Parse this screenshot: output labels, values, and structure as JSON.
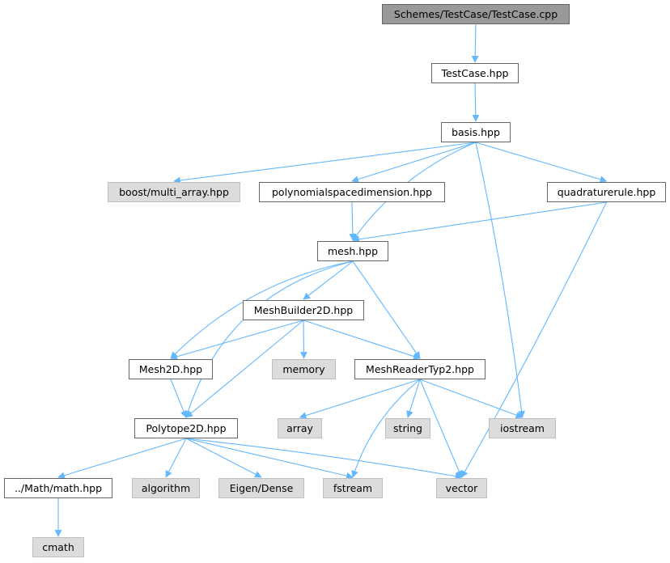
{
  "nodes": {
    "testcase_cpp": {
      "label": "Schemes/TestCase/TestCase.cpp"
    },
    "testcase_hpp": {
      "label": "TestCase.hpp"
    },
    "basis_hpp": {
      "label": "basis.hpp"
    },
    "boost_multi_array": {
      "label": "boost/multi_array.hpp"
    },
    "polyspacedim_hpp": {
      "label": "polynomialspacedimension.hpp"
    },
    "quadraturerule_hpp": {
      "label": "quadraturerule.hpp"
    },
    "mesh_hpp": {
      "label": "mesh.hpp"
    },
    "meshbuilder2d_hpp": {
      "label": "MeshBuilder2D.hpp"
    },
    "mesh2d_hpp": {
      "label": "Mesh2D.hpp"
    },
    "memory": {
      "label": "memory"
    },
    "meshreadertyp2_hpp": {
      "label": "MeshReaderTyp2.hpp"
    },
    "polytope2d_hpp": {
      "label": "Polytope2D.hpp"
    },
    "array": {
      "label": "array"
    },
    "string": {
      "label": "string"
    },
    "iostream": {
      "label": "iostream"
    },
    "math_hpp": {
      "label": "../Math/math.hpp"
    },
    "algorithm": {
      "label": "algorithm"
    },
    "eigen_dense": {
      "label": "Eigen/Dense"
    },
    "fstream": {
      "label": "fstream"
    },
    "vector": {
      "label": "vector"
    },
    "cmath": {
      "label": "cmath"
    }
  },
  "edges": [
    [
      "testcase_cpp",
      "testcase_hpp"
    ],
    [
      "testcase_hpp",
      "basis_hpp"
    ],
    [
      "basis_hpp",
      "boost_multi_array"
    ],
    [
      "basis_hpp",
      "polyspacedim_hpp"
    ],
    [
      "basis_hpp",
      "mesh_hpp"
    ],
    [
      "basis_hpp",
      "iostream"
    ],
    [
      "basis_hpp",
      "quadraturerule_hpp"
    ],
    [
      "polyspacedim_hpp",
      "mesh_hpp"
    ],
    [
      "quadraturerule_hpp",
      "mesh_hpp"
    ],
    [
      "quadraturerule_hpp",
      "vector"
    ],
    [
      "mesh_hpp",
      "meshbuilder2d_hpp"
    ],
    [
      "mesh_hpp",
      "mesh2d_hpp"
    ],
    [
      "mesh_hpp",
      "polytope2d_hpp"
    ],
    [
      "mesh_hpp",
      "meshreadertyp2_hpp"
    ],
    [
      "meshbuilder2d_hpp",
      "mesh2d_hpp"
    ],
    [
      "meshbuilder2d_hpp",
      "memory"
    ],
    [
      "meshbuilder2d_hpp",
      "meshreadertyp2_hpp"
    ],
    [
      "meshbuilder2d_hpp",
      "polytope2d_hpp"
    ],
    [
      "mesh2d_hpp",
      "polytope2d_hpp"
    ],
    [
      "meshreadertyp2_hpp",
      "array"
    ],
    [
      "meshreadertyp2_hpp",
      "string"
    ],
    [
      "meshreadertyp2_hpp",
      "iostream"
    ],
    [
      "meshreadertyp2_hpp",
      "fstream"
    ],
    [
      "meshreadertyp2_hpp",
      "vector"
    ],
    [
      "polytope2d_hpp",
      "math_hpp"
    ],
    [
      "polytope2d_hpp",
      "algorithm"
    ],
    [
      "polytope2d_hpp",
      "eigen_dense"
    ],
    [
      "polytope2d_hpp",
      "fstream"
    ],
    [
      "polytope2d_hpp",
      "vector"
    ],
    [
      "math_hpp",
      "cmath"
    ]
  ],
  "colors": {
    "edge": "#63b8ff",
    "root_fill": "#999999",
    "external_fill": "#dcdcdc"
  }
}
